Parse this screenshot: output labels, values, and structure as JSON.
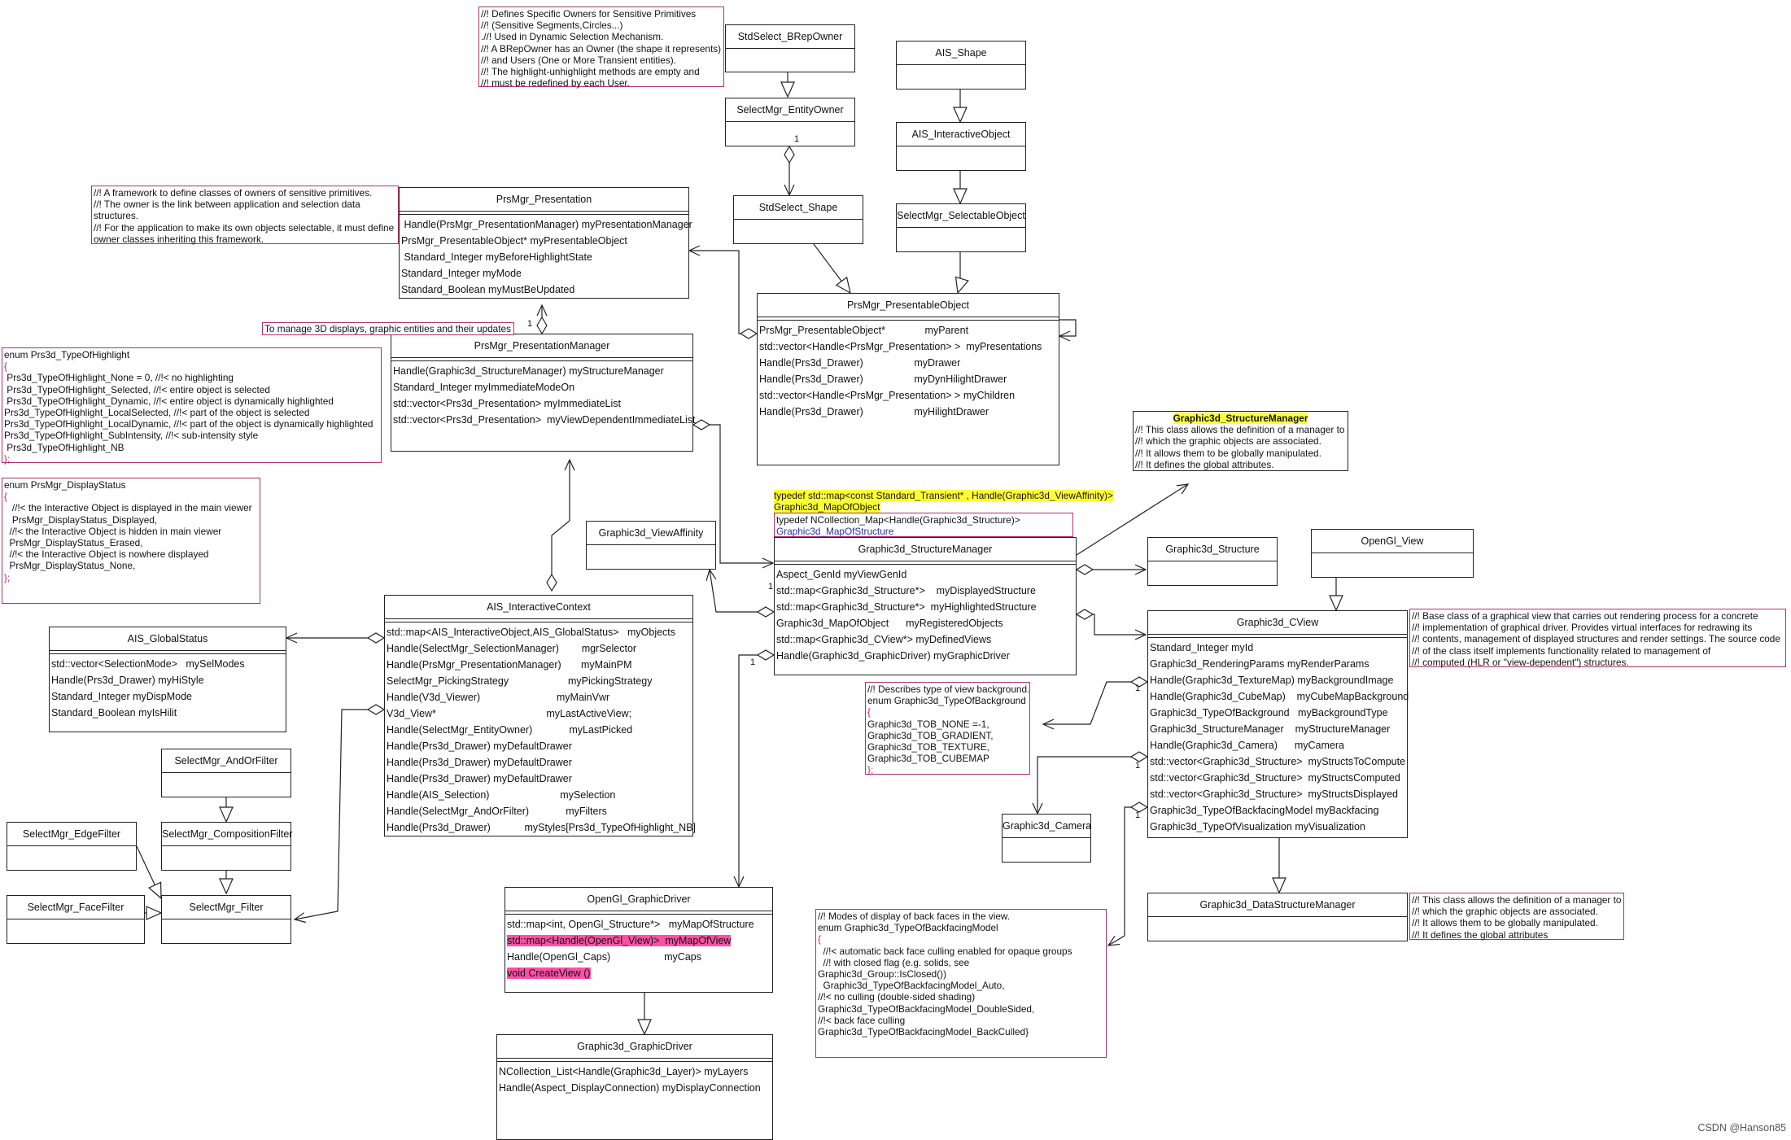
{
  "classes": {
    "stdselect_brepowner": {
      "name": "StdSelect_BRepOwner",
      "attrs": []
    },
    "selectmgr_entityowner": {
      "name": "SelectMgr_EntityOwner",
      "attrs": []
    },
    "stdselect_shape": {
      "name": "StdSelect_Shape",
      "attrs": []
    },
    "ais_shape": {
      "name": "AIS_Shape",
      "attrs": []
    },
    "ais_interactiveobject": {
      "name": "AIS_InteractiveObject",
      "attrs": []
    },
    "selectmgr_selectableobject": {
      "name": "SelectMgr_SelectableObject",
      "attrs": []
    },
    "prsmgr_presentation": {
      "name": "PrsMgr_Presentation",
      "attrs": [
        " Handle(PrsMgr_PresentationManager) myPresentationManager",
        "PrsMgr_PresentableObject* myPresentableObject",
        " Standard_Integer myBeforeHighlightState",
        "Standard_Integer myMode",
        "Standard_Boolean myMustBeUpdated"
      ]
    },
    "prsmgr_presentableobject": {
      "name": "PrsMgr_PresentableObject",
      "attrs": [
        "PrsMgr_PresentableObject*              myParent",
        "std::vector<Handle<PrsMgr_Presentation> >  myPresentations",
        "Handle(Prs3d_Drawer)                  myDrawer",
        "Handle(Prs3d_Drawer)                  myDynHilightDrawer",
        "std::vector<Handle<PrsMgr_Presentation> > myChildren",
        "Handle(Prs3d_Drawer)                  myHilightDrawer"
      ]
    },
    "prsmgr_presentationmanager": {
      "name": "PrsMgr_PresentationManager",
      "attrs": [
        "Handle(Graphic3d_StructureManager) myStructureManager",
        "Standard_Integer myImmediateModeOn",
        "std::vector<Prs3d_Presentation> myImmediateList",
        "std::vector<Prs3d_Presentation>  myViewDependentImmediateList"
      ]
    },
    "graphic3d_viewaffinity": {
      "name": "Graphic3d_ViewAffinity",
      "attrs": []
    },
    "graphic3d_structuremanager": {
      "name": "Graphic3d_StructureManager",
      "attrs": [
        "Aspect_GenId myViewGenId",
        "std::map<Graphic3d_Structure*>    myDisplayedStructure",
        "std::map<Graphic3d_Structure*>  myHighlightedStructure",
        "Graphic3d_MapOfObject      myRegisteredObjects",
        "std::map<Graphic3d_CView*> myDefinedViews",
        "Handle(Graphic3d_GraphicDriver) myGraphicDriver"
      ]
    },
    "graphic3d_structure": {
      "name": "Graphic3d_Structure",
      "attrs": []
    },
    "opengl_view": {
      "name": "OpenGl_View",
      "attrs": []
    },
    "graphic3d_cview": {
      "name": "Graphic3d_CView",
      "attrs": [
        "Standard_Integer myId",
        "Graphic3d_RenderingParams myRenderParams",
        "Handle(Graphic3d_TextureMap) myBackgroundImage",
        "Handle(Graphic3d_CubeMap)    myCubeMapBackground",
        "Graphic3d_TypeOfBackground   myBackgroundType",
        "Graphic3d_StructureManager    myStructureManager",
        "Handle(Graphic3d_Camera)      myCamera",
        "std::vector<Graphic3d_Structure>  myStructsToCompute",
        "std::vector<Graphic3d_Structure>  myStructsComputed",
        "std::vector<Graphic3d_Structure>  myStructsDisplayed",
        "Graphic3d_TypeOfBackfacingModel myBackfacing",
        "Graphic3d_TypeOfVisualization myVisualization"
      ]
    },
    "ais_interactivecontext": {
      "name": "AIS_InteractiveContext",
      "attrs": [
        "std::map<AIS_InteractiveObject,AIS_GlobalStatus>   myObjects",
        "Handle(SelectMgr_SelectionManager)        mgrSelector",
        "Handle(PrsMgr_PresentationManager)       myMainPM",
        "SelectMgr_PickingStrategy                     myPickingStrategy",
        "Handle(V3d_Viewer)                           myMainVwr",
        "V3d_View*                                       myLastActiveView;",
        "Handle(SelectMgr_EntityOwner)             myLastPicked",
        "Handle(Prs3d_Drawer) myDefaultDrawer",
        "Handle(Prs3d_Drawer) myDefaultDrawer",
        "Handle(Prs3d_Drawer) myDefaultDrawer",
        "Handle(AIS_Selection)                         mySelection",
        "Handle(SelectMgr_AndOrFilter)             myFilters",
        "Handle(Prs3d_Drawer)            myStyles[Prs3d_TypeOfHighlight_NB]"
      ]
    },
    "ais_globalstatus": {
      "name": "AIS_GlobalStatus",
      "attrs": [
        "std::vector<SelectionMode>   mySelModes",
        "Handle(Prs3d_Drawer) myHiStyle",
        "Standard_Integer myDispMode",
        "Standard_Boolean myIsHilit"
      ]
    },
    "selectmgr_andorfilter": {
      "name": "SelectMgr_AndOrFilter",
      "attrs": []
    },
    "selectmgr_edgefilter": {
      "name": "SelectMgr_EdgeFilter",
      "attrs": []
    },
    "selectmgr_compositionfilter": {
      "name": "SelectMgr_CompositionFilter",
      "attrs": []
    },
    "selectmgr_facefilter": {
      "name": "SelectMgr_FaceFilter",
      "attrs": []
    },
    "selectmgr_filter": {
      "name": "SelectMgr_Filter",
      "attrs": []
    },
    "graphic3d_camera": {
      "name": "Graphic3d_Camera",
      "attrs": []
    },
    "opengl_graphicdriver": {
      "name": "OpenGl_GraphicDriver",
      "attrs": [
        "std::map<int, OpenGl_Structure*>   myMapOfStructure",
        "std::map<Handle(OpenGl_View)>  myMapOfView",
        "Handle(OpenGl_Caps)                   myCaps",
        "void CreateView ()"
      ]
    },
    "graphic3d_graphicdriver": {
      "name": "Graphic3d_GraphicDriver",
      "attrs": [
        "NCollection_List<Handle(Graphic3d_Layer)> myLayers",
        "Handle(Aspect_DisplayConnection) myDisplayConnection"
      ]
    },
    "graphic3d_datastructuremanager": {
      "name": "Graphic3d_DataStructureManager",
      "attrs": []
    }
  },
  "notes": {
    "brep_owner_note": [
      "//! Defines Specific Owners for Sensitive Primitives",
      "//! (Sensitive Segments,Circles...)",
      ".//! Used in Dynamic Selection Mechanism.",
      "//! A BRepOwner has an Owner (the shape it represents)",
      "//! and Users (One or More Transient entities).",
      "//! The highlight-unhighlight methods are empty and",
      "//! must be redefined by each User."
    ],
    "framework_note": [
      "//! A framework to define classes of owners of sensitive primitives.",
      "//! The owner is the link between application and selection data",
      "structures.",
      "//! For the application to make its own objects selectable, it must define",
      "owner classes inheriting this framework."
    ],
    "manage_3d_note": [
      "To manage 3D displays, graphic entities and their updates"
    ],
    "typeofhighlight_note": [
      "enum Prs3d_TypeOfHighlight",
      "{",
      " Prs3d_TypeOfHighlight_None = 0, //!< no highlighting",
      " Prs3d_TypeOfHighlight_Selected, //!< entire object is selected",
      " Prs3d_TypeOfHighlight_Dynamic, //!< entire object is dynamically highlighted",
      "Prs3d_TypeOfHighlight_LocalSelected, //!< part of the object is selected",
      "Prs3d_TypeOfHighlight_LocalDynamic, //!< part of the object is dynamically highlighted",
      "Prs3d_TypeOfHighlight_SubIntensity, //!< sub-intensity style",
      " Prs3d_TypeOfHighlight_NB",
      "};"
    ],
    "displaystatus_note": [
      "enum PrsMgr_DisplayStatus",
      "{",
      "   //!< the Interactive Object is displayed in the main viewer",
      "   PrsMgr_DisplayStatus_Displayed,",
      "",
      "  //!< the Interactive Object is hidden in main viewer",
      "  PrsMgr_DisplayStatus_Erased,",
      "",
      "  //!< the Interactive Object is nowhere displayed",
      "  PrsMgr_DisplayStatus_None,",
      "};"
    ],
    "structuremanager_note_title": "Graphic3d_StructureManager",
    "structuremanager_note": [
      "//! This class allows the definition of a manager to",
      "//! which the graphic objects are associated.",
      "//! It allows them to be globally manipulated.",
      "//! It defines the global attributes."
    ],
    "typedef_affinity_line1": "typedef std::map<const Standard_Transient* , Handle(Graphic3d_ViewAffinity)>",
    "typedef_affinity_line2": "Graphic3d_MapOfObject",
    "typedef_structure_line1": "typedef NCollection_Map<Handle(Graphic3d_Structure)>",
    "typedef_structure_line2": "Graphic3d_MapOfStructure",
    "cview_note": [
      "//! Base class of a graphical view that carries out rendering process for a concrete",
      "//! implementation of graphical driver. Provides virtual interfaces for redrawing its",
      "//! contents, management of displayed structures and render settings. The source code",
      "//! of the class itself implements functionality related to management of",
      "//! computed (HLR or \"view-dependent\") structures."
    ],
    "background_note": [
      "//! Describes type of view background.",
      "enum Graphic3d_TypeOfBackground",
      "{",
      "Graphic3d_TOB_NONE =-1,",
      "Graphic3d_TOB_GRADIENT,",
      "Graphic3d_TOB_TEXTURE,",
      "Graphic3d_TOB_CUBEMAP",
      "};"
    ],
    "backfacing_note": [
      "//! Modes of display of back faces in the view.",
      "enum Graphic3d_TypeOfBackfacingModel",
      "{",
      "  //!< automatic back face culling enabled for opaque groups",
      "  //! with closed flag (e.g. solids, see",
      "Graphic3d_Group::IsClosed())",
      "  Graphic3d_TypeOfBackfacingModel_Auto,",
      "",
      "//!< no culling (double-sided shading)",
      "Graphic3d_TypeOfBackfacingModel_DoubleSided,",
      "",
      "//!< back face culling",
      "Graphic3d_TypeOfBackfacingModel_BackCulled}"
    ],
    "datastructuremanager_note": [
      "//! This class allows the definition of a manager to",
      "//! which the graphic objects are associated.",
      "//! It allows them to be globally manipulated.",
      "//! It defines the global attributes"
    ]
  },
  "multiplicities": {
    "entityowner_one": "1",
    "presentation_one": "1",
    "structuremanager_one": "1",
    "context_one": "1",
    "cview_one_a": "1",
    "cview_one_b": "1",
    "cview_one_c": "1"
  },
  "watermark": "CSDN @Hanson85",
  "colors": {
    "note_border": "#b0306e",
    "yellow_highlight": "#ffff33",
    "pink_highlight": "#ff4fa6",
    "typedef_blue": "#2030b0"
  }
}
